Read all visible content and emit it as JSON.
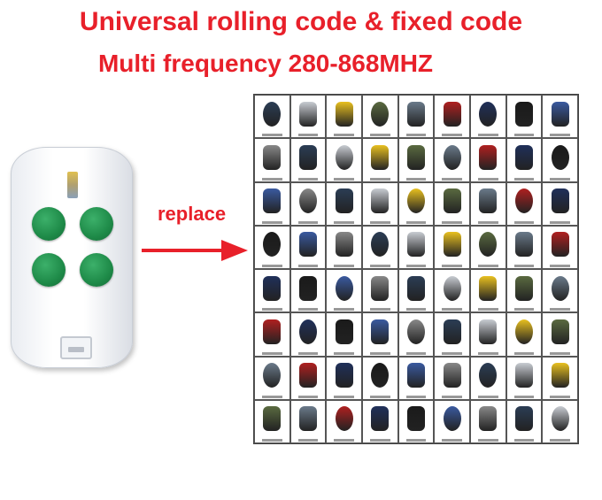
{
  "headline": {
    "line1": "Universal rolling code & fixed code",
    "line2": "Multi frequency 280-868MHZ"
  },
  "replace_label": "replace",
  "colors": {
    "headline": "#e8202a",
    "remote_button": "#1e8a48",
    "arrow": "#e8202a"
  },
  "remote": {
    "button_count": 4,
    "icon": "remote-control-image"
  },
  "grid": {
    "rows": 8,
    "cols": 9,
    "icon": "remote-control-catalog-image"
  }
}
